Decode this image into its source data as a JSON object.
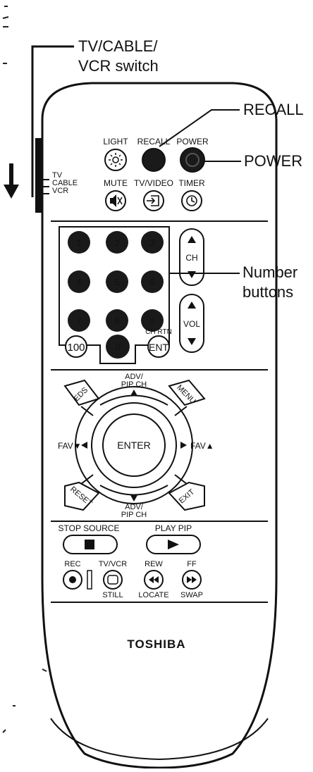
{
  "callouts": {
    "switch_line1": "TV/CABLE/",
    "switch_line2": "VCR switch",
    "recall": "RECALL",
    "power": "POWER",
    "number_line1": "Number",
    "number_line2": "buttons"
  },
  "switch_positions": [
    "TV",
    "CABLE",
    "VCR"
  ],
  "top_buttons": {
    "light": "LIGHT",
    "recall": "RECALL",
    "power": "POWER",
    "mute": "MUTE",
    "tv_video": "TV/VIDEO",
    "timer": "TIMER"
  },
  "number_pad": {
    "keys": [
      "1",
      "2",
      "3",
      "4",
      "5",
      "6",
      "7",
      "8",
      "9",
      "0"
    ],
    "hundred": "100",
    "ent": "ENT",
    "ch_rtn": "CH RTN",
    "ch": "CH",
    "vol": "VOL"
  },
  "nav": {
    "adv_top_1": "ADV/",
    "adv_top_2": "PIP CH",
    "adv_bottom_1": "ADV/",
    "adv_bottom_2": "PIP CH",
    "enter": "ENTER",
    "fav_left": "FAV▼",
    "fav_right": "FAV▲",
    "eds": "EDS",
    "menu": "MENU",
    "reset": "RESET",
    "exit": "EXIT"
  },
  "transport": {
    "stop_source": "STOP SOURCE",
    "play_pip": "PLAY PIP",
    "rec": "REC",
    "tv_vcr": "TV/VCR",
    "rew": "REW",
    "ff": "FF",
    "still": "STILL",
    "locate": "LOCATE",
    "swap": "SWAP"
  },
  "brand": "TOSHIBA"
}
